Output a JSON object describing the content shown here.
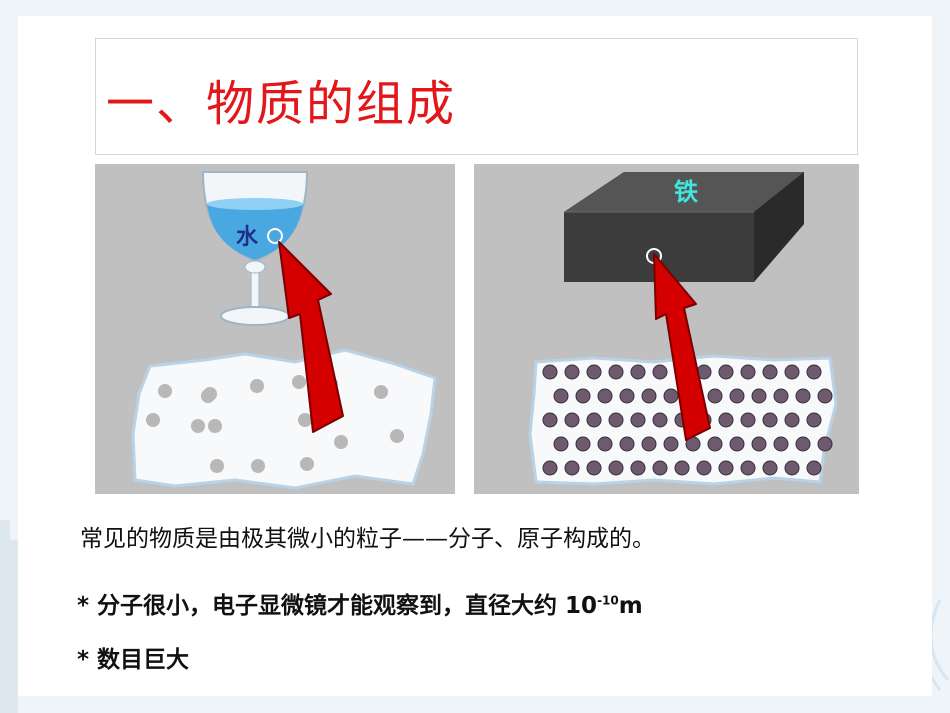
{
  "slide": {
    "title": "一、物质的组成",
    "left_panel": {
      "label": "水"
    },
    "right_panel": {
      "label": "铁"
    },
    "caption": "常见的物质是由极其微小的粒子——分子、原子构成的。",
    "bullets": [
      {
        "text": "* 分子很小，电子显微镜才能观察到，直径大约 10",
        "exponent": "-10",
        "unit": "m"
      },
      {
        "text": "* 数目巨大"
      }
    ]
  },
  "colors": {
    "title": "#e3161a",
    "panel_background": "#c0c0c0",
    "arrow": "#d40000",
    "water": "#4aa8e0",
    "iron_block": "#3c3c3c",
    "iron_label": "#3ee8e0",
    "molecule": "#b8b8b8",
    "atom": "#6e5a6e"
  }
}
